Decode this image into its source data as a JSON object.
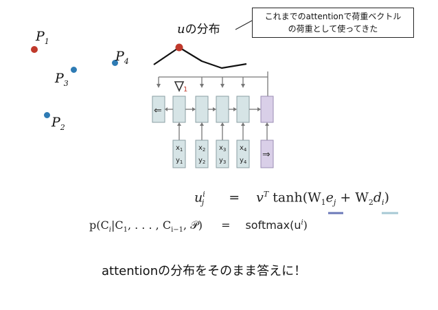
{
  "points": [
    {
      "label": "P",
      "sub": "1",
      "color": "#c0392b"
    },
    {
      "label": "P",
      "sub": "2",
      "color": "#2e7bb4"
    },
    {
      "label": "P",
      "sub": "3",
      "color": "#2e7bb4"
    },
    {
      "label": "P",
      "sub": "4",
      "color": "#2e7bb4"
    }
  ],
  "distribution": {
    "variable": "u",
    "title_suffix": "の分布",
    "peak_color": "#c0392b"
  },
  "callout": {
    "line1": "これまでのattentionで荷重ベクトル",
    "line2": "の荷重として使ってきた"
  },
  "network": {
    "pointer_mark": "1",
    "left_arrow": "⇐",
    "right_arrow": "⇒",
    "inputs": [
      {
        "x": "x",
        "xs": "1",
        "y": "y",
        "ys": "1"
      },
      {
        "x": "x",
        "xs": "2",
        "y": "y",
        "ys": "2"
      },
      {
        "x": "x",
        "xs": "3",
        "y": "y",
        "ys": "3"
      },
      {
        "x": "x",
        "xs": "4",
        "y": "y",
        "ys": "4"
      }
    ],
    "cell_color": "#d6e4e6",
    "decoder_color": "#d9cfe8"
  },
  "equations": {
    "eq1_lhs": "u",
    "eq1_lhs_sup": "i",
    "eq1_lhs_sub": "j",
    "eq1_eq": "=",
    "eq1_rhs_a": "v",
    "eq1_rhs_sup": "T",
    "eq1_rhs_b": " tanh(W",
    "eq1_rhs_w1": "1",
    "eq1_rhs_e": "e",
    "eq1_rhs_ej": "j",
    "eq1_rhs_plus": " + W",
    "eq1_rhs_w2": "2",
    "eq1_rhs_d": "d",
    "eq1_rhs_di": "i",
    "eq1_rhs_close": ")",
    "eq2_lhs": "p(C",
    "eq2_lhs_i": "i",
    "eq2_lhs_rest": "|C",
    "eq2_lhs_1": "1",
    "eq2_lhs_mid": ", . . . , C",
    "eq2_lhs_im1": "i−1",
    "eq2_lhs_end": ", 𝒫)",
    "eq2_eq": "=",
    "eq2_rhs": "softmax(u",
    "eq2_rhs_sup": "i",
    "eq2_rhs_close": ")"
  },
  "caption": "attentionの分布をそのまま答えに！"
}
